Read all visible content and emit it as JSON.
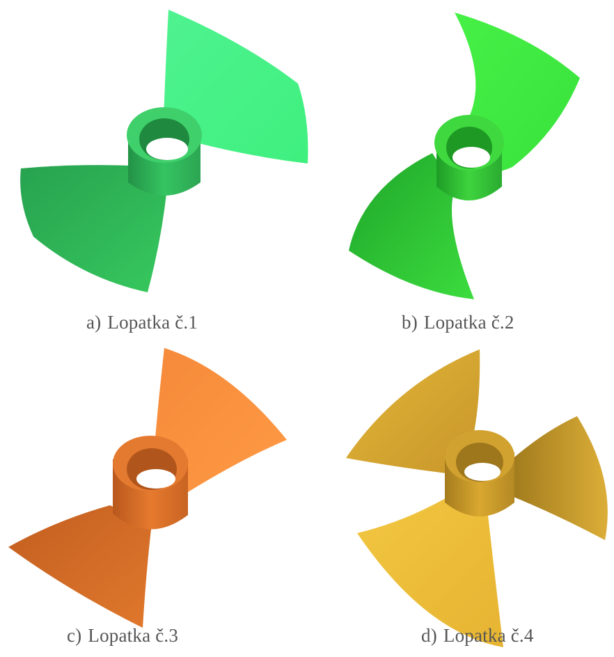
{
  "figures": [
    {
      "letter": "a)",
      "caption": "Lopatka č.1",
      "color": "#3ddc6b"
    },
    {
      "letter": "b)",
      "caption": "Lopatka č.2",
      "color": "#3ee23e"
    },
    {
      "letter": "c)",
      "caption": "Lopatka č.3",
      "color": "#f0802c"
    },
    {
      "letter": "d)",
      "caption": "Lopatka č.4",
      "color": "#e8b830"
    }
  ]
}
